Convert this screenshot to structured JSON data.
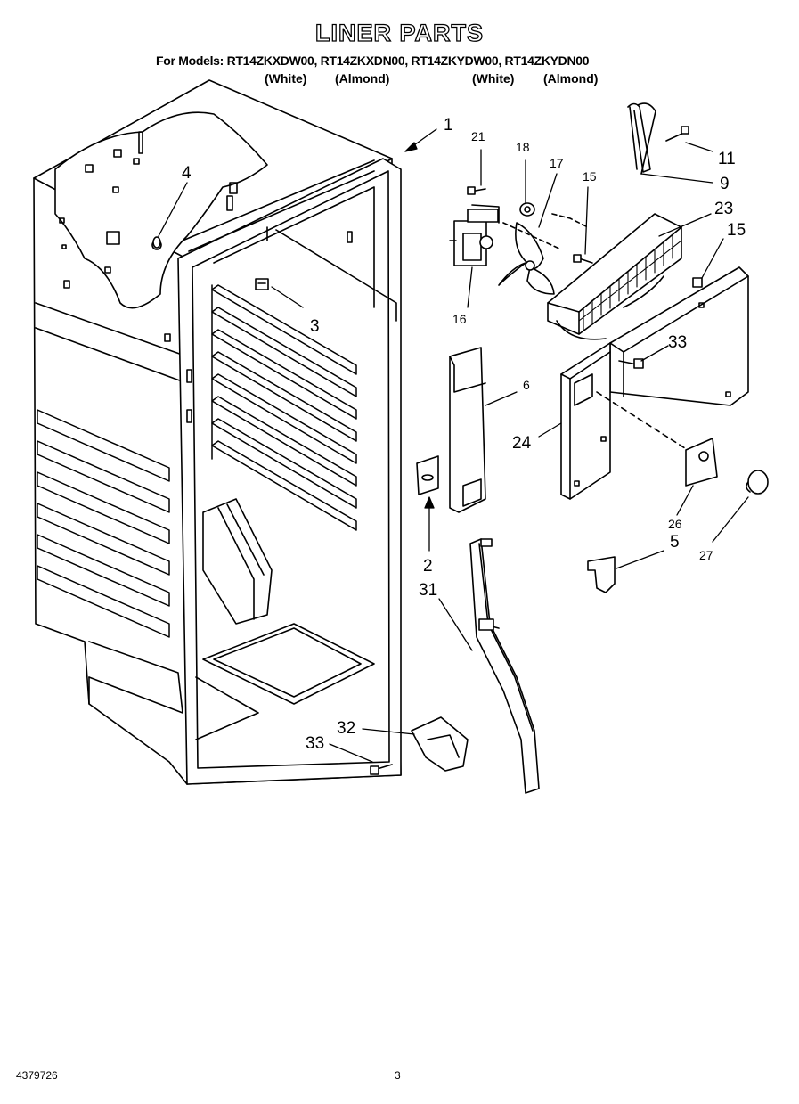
{
  "title": "LINER PARTS",
  "models_line": "For Models: RT14ZKXDW00, RT14ZKXDN00, RT14ZKYDW00, RT14ZKYDN00",
  "color_notes": [
    "(White)",
    "(Almond)",
    "(White)",
    "(Almond)"
  ],
  "callouts": {
    "c1": "1",
    "c4": "4",
    "c3": "3",
    "c21": "21",
    "c18": "18",
    "c17": "17",
    "c15a": "15",
    "c11": "11",
    "c9": "9",
    "c23": "23",
    "c15b": "15",
    "c16": "16",
    "c33a": "33",
    "c6": "6",
    "c24": "24",
    "c2": "2",
    "c26": "26",
    "c5": "5",
    "c27": "27",
    "c31": "31",
    "c32": "32",
    "c33b": "33"
  },
  "footer": {
    "doc_number": "4379726",
    "page_number": "3"
  }
}
